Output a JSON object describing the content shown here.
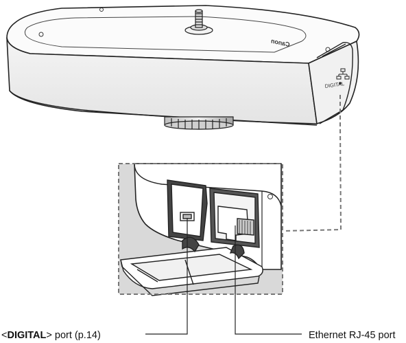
{
  "device": {
    "brand_mark": "Canon",
    "port_label_digital": "DIGITAL"
  },
  "callouts": {
    "digital_open": "<",
    "digital_name": "DIGITAL",
    "digital_rest": "> port (p.14)",
    "ethernet": "Ethernet RJ-45 port"
  },
  "icons": {
    "network": "network-icon",
    "tripod_screw": "tripod-screw-icon"
  },
  "colors": {
    "line": "#222222",
    "dash": "#777777",
    "inset_bg": "#d9d9d9",
    "body_fill": "#ffffff"
  }
}
